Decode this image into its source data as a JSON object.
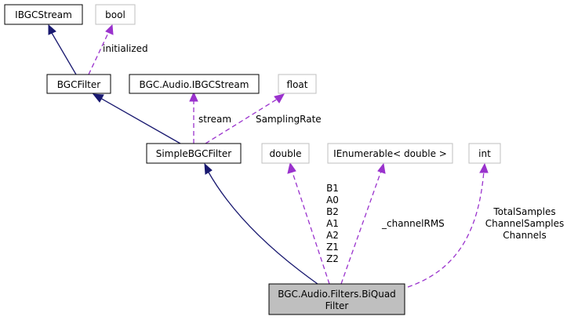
{
  "nodes": {
    "ibgcstream": "IBGCStream",
    "bool": "bool",
    "bgcfilter": "BGCFilter",
    "audio_ibgcstream": "BGC.Audio.IBGCStream",
    "float": "float",
    "simplebgcfilter": "SimpleBGCFilter",
    "double": "double",
    "ienumerable": "IEnumerable< double >",
    "int": "int",
    "biquad_line1": "BGC.Audio.Filters.BiQuad",
    "biquad_line2": "Filter"
  },
  "edge_labels": {
    "initialized": "initialized",
    "stream": "stream",
    "sampling_rate": "SamplingRate",
    "double_members": [
      "B1",
      "A0",
      "B2",
      "A1",
      "A2",
      "Z1",
      "Z2"
    ],
    "channel_rms": "_channelRMS",
    "int_members": [
      "TotalSamples",
      "ChannelSamples",
      "Channels"
    ]
  },
  "colors": {
    "inheritance": "#191970",
    "member": "#9a32cd",
    "focus_fill": "#bfbfbf",
    "external_border": "#bfbfbf"
  }
}
